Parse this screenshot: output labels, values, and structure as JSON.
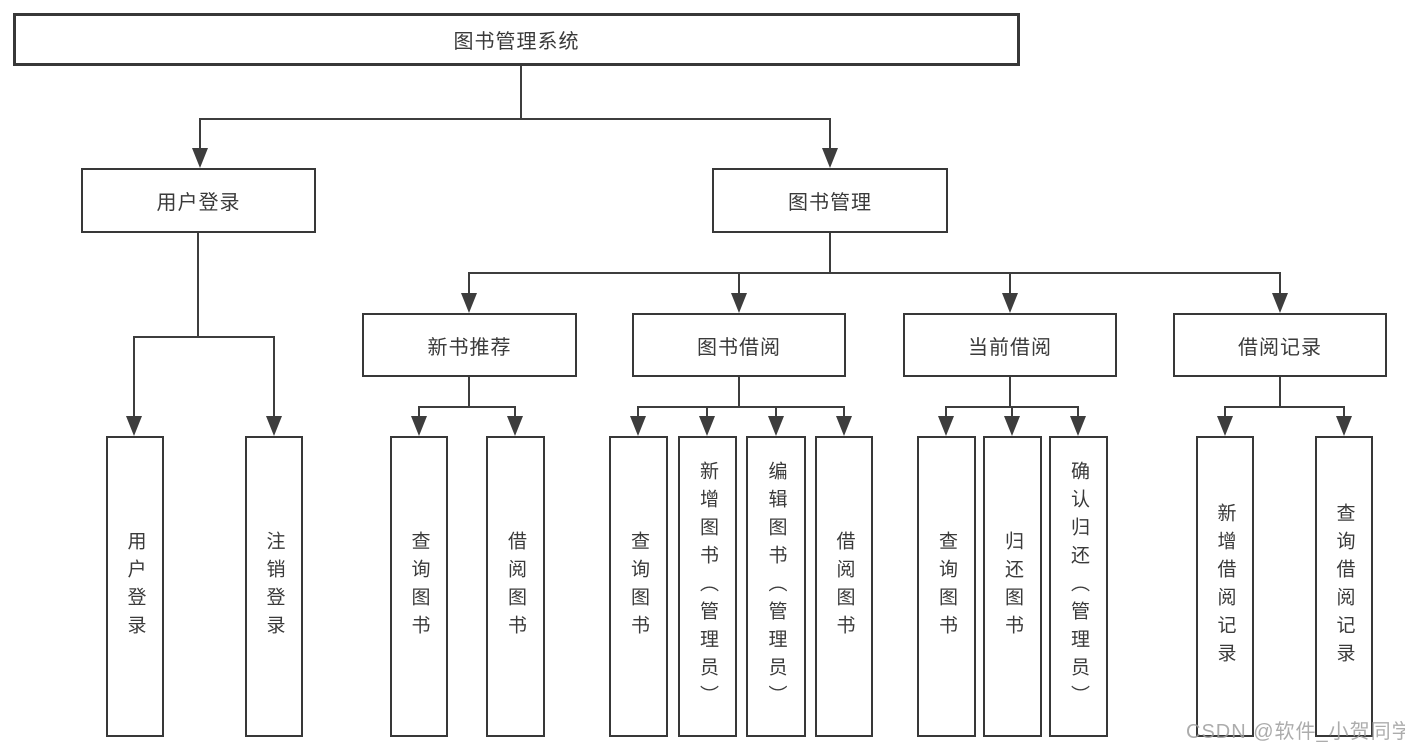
{
  "diagram": {
    "title": "图书管理系统",
    "root": {
      "label": "图书管理系统"
    },
    "branches": [
      {
        "label": "用户登录",
        "children": [
          {
            "label": "用户登录"
          },
          {
            "label": "注销登录"
          }
        ]
      },
      {
        "label": "图书管理",
        "children": [
          {
            "label": "新书推荐",
            "children": [
              {
                "label": "查询图书"
              },
              {
                "label": "借阅图书"
              }
            ]
          },
          {
            "label": "图书借阅",
            "children": [
              {
                "label": "查询图书"
              },
              {
                "label": "新增图书（管理员）"
              },
              {
                "label": "编辑图书（管理员）"
              },
              {
                "label": "借阅图书"
              }
            ]
          },
          {
            "label": "当前借阅",
            "children": [
              {
                "label": "查询图书"
              },
              {
                "label": "归还图书"
              },
              {
                "label": "确认归还（管理员）"
              }
            ]
          },
          {
            "label": "借阅记录",
            "children": [
              {
                "label": "新增借阅记录"
              },
              {
                "label": "查询借阅记录"
              }
            ]
          }
        ]
      }
    ]
  },
  "watermark": {
    "text": "CSDN @软件_小贺同学"
  },
  "colors": {
    "line": "#3d3d3d",
    "text": "#3a3a3a",
    "watermark": "#9e9e9e",
    "background": "#ffffff"
  }
}
